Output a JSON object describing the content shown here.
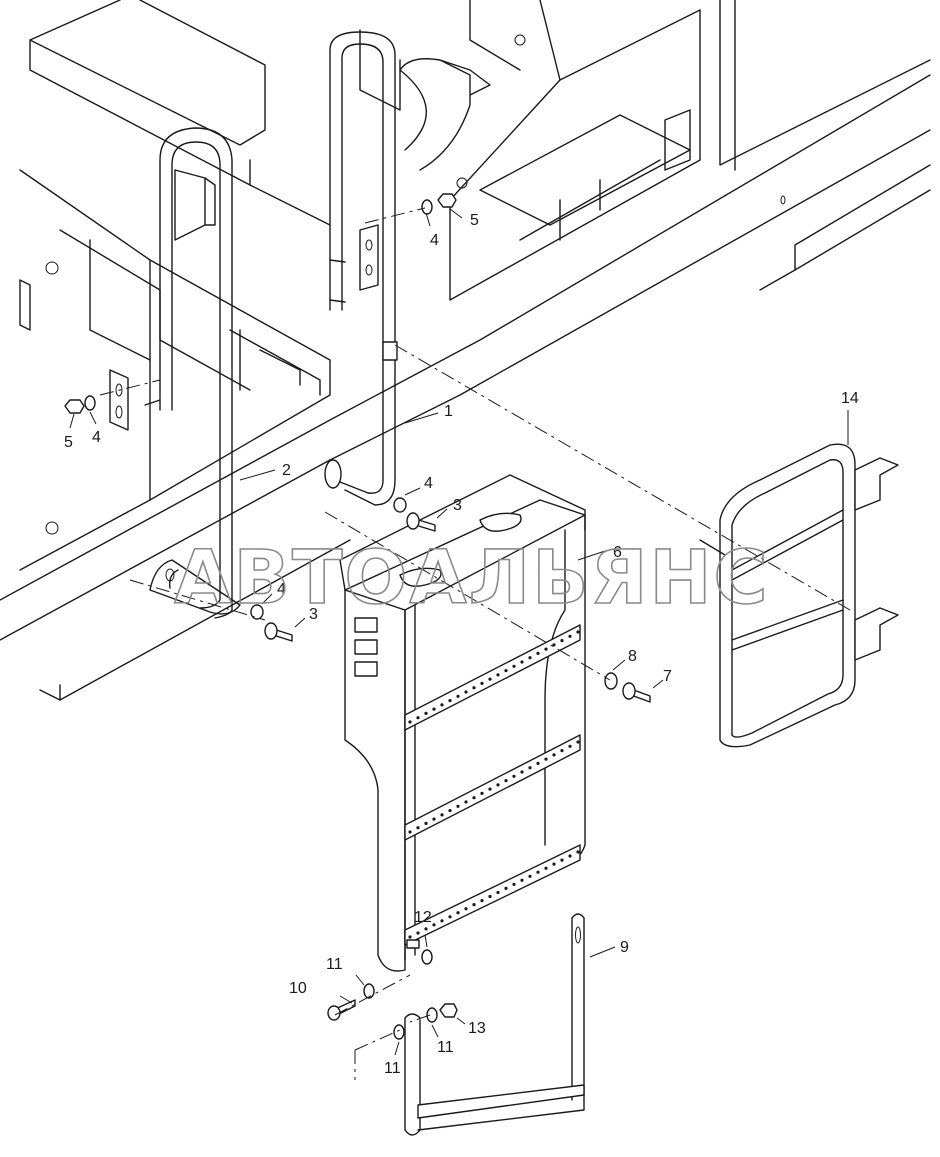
{
  "watermark": "АВТОАЛЬЯНС",
  "callouts": [
    {
      "id": "c1",
      "label": "1"
    },
    {
      "id": "c2",
      "label": "2"
    },
    {
      "id": "c3a",
      "label": "3"
    },
    {
      "id": "c3b",
      "label": "3"
    },
    {
      "id": "c4a",
      "label": "4"
    },
    {
      "id": "c4b",
      "label": "4"
    },
    {
      "id": "c4c",
      "label": "4"
    },
    {
      "id": "c4d",
      "label": "4"
    },
    {
      "id": "c5a",
      "label": "5"
    },
    {
      "id": "c5b",
      "label": "5"
    },
    {
      "id": "c6",
      "label": "6"
    },
    {
      "id": "c7",
      "label": "7"
    },
    {
      "id": "c8",
      "label": "8"
    },
    {
      "id": "c9",
      "label": "9"
    },
    {
      "id": "c10",
      "label": "10"
    },
    {
      "id": "c11a",
      "label": "11"
    },
    {
      "id": "c11b",
      "label": "11"
    },
    {
      "id": "c11c",
      "label": "11"
    },
    {
      "id": "c12",
      "label": "12"
    },
    {
      "id": "c13",
      "label": "13"
    },
    {
      "id": "c14",
      "label": "14"
    }
  ],
  "colors": {
    "line": "#1a1a1a",
    "watermark": "#8a8a8a",
    "background": "#ffffff"
  }
}
